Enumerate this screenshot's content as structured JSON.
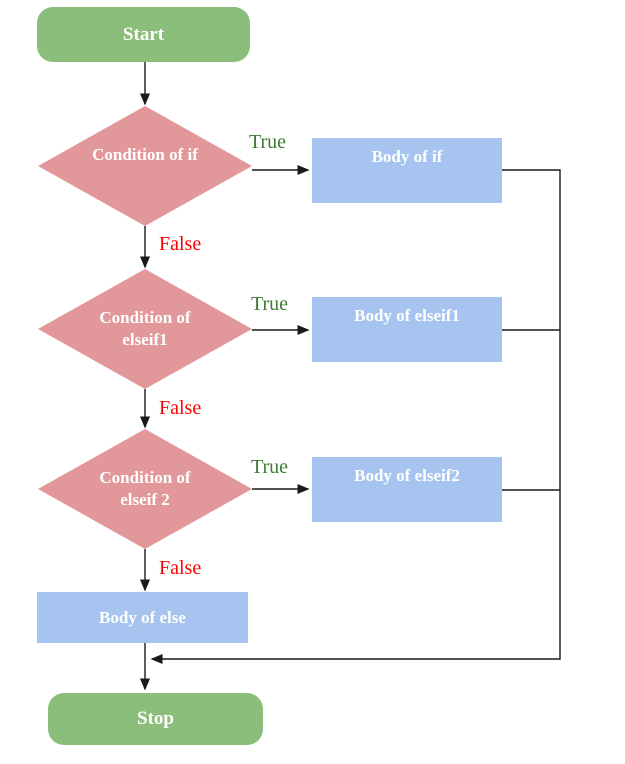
{
  "diagram": {
    "type": "flowchart",
    "nodes": {
      "start": "Start",
      "condition_if": {
        "line1": "Condition of if",
        "line2": ""
      },
      "body_if": "Body of if",
      "condition_elseif1": {
        "line1": "Condition of",
        "line2": "elseif1"
      },
      "body_elseif1": "Body of elseif1",
      "condition_elseif2": {
        "line1": "Condition of",
        "line2": "elseif 2"
      },
      "body_elseif2": "Body of elseif2",
      "body_else": "Body of else",
      "stop": "Stop"
    },
    "edge_labels": {
      "true": "True",
      "false": "False"
    }
  },
  "colors": {
    "terminal_fill": "#8CBE7B",
    "decision_fill": "#E2989A",
    "process_fill": "#A7C4F0",
    "true_label": "#3E7B33",
    "false_label": "#FF0000",
    "node_text": "#FFFFFF",
    "connector": "#1A1A1A"
  }
}
